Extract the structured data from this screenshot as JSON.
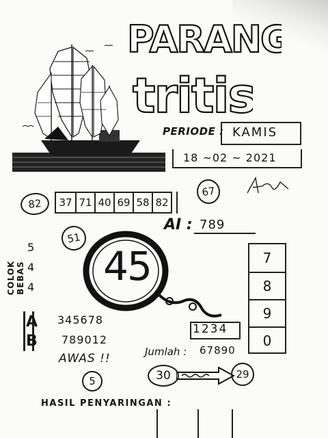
{
  "header": {
    "title_line1": "PARANG",
    "title_line2": "tritis",
    "periode_label": "PERIODE :",
    "periode_value": "KAMIS",
    "date": "18 ~02 ~ 2021"
  },
  "main_numbers": {
    "left_circle": "82",
    "right_circle": "67",
    "sequence": [
      "37",
      "71",
      "40",
      "69",
      "58",
      "82"
    ],
    "ai_label": "AI :",
    "ai_value": "789",
    "small_circle": "51",
    "big_number": "45"
  },
  "colok": {
    "label": "COLOK BEBAS",
    "values": [
      "5",
      "4",
      "4"
    ]
  },
  "side_column": [
    "7",
    "8",
    "9",
    "0"
  ],
  "box_value": "1234",
  "lines": {
    "a_label": "A",
    "a_value": "345678",
    "b_label": "B",
    "b_value": "789012",
    "warning": "AWAS !!",
    "warning_circle": "5",
    "jumlah_label": "Jumlah :",
    "jumlah_value": "67890",
    "shio_left": "30",
    "shio_right": "29"
  },
  "footer": {
    "hasil_label": "HASIL PENYARINGAN :"
  }
}
